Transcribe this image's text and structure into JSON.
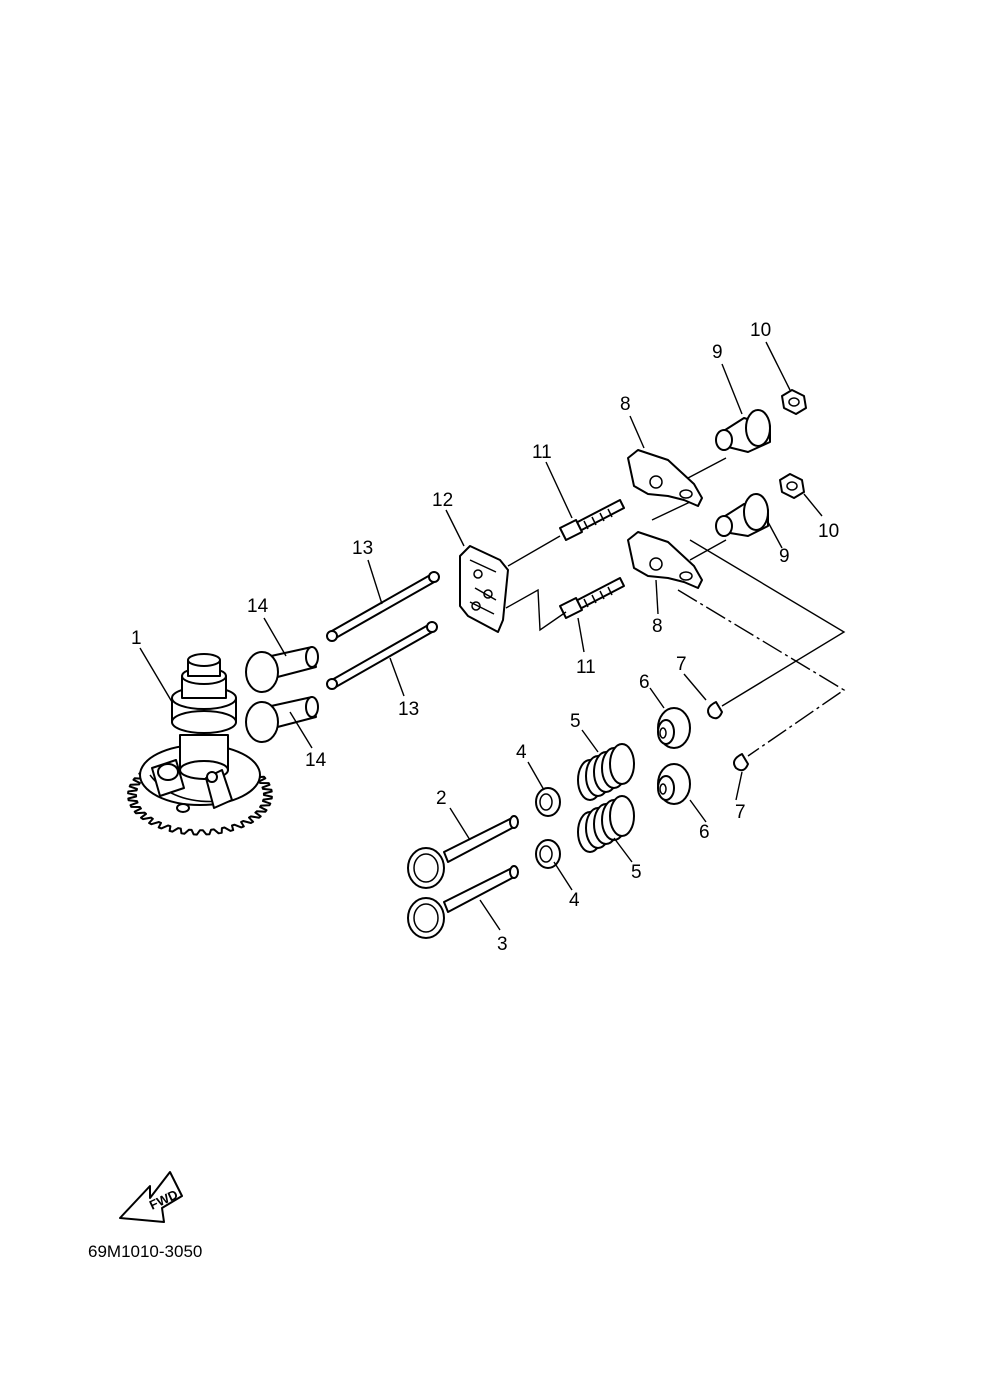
{
  "diagram": {
    "code": "69M1010-3050",
    "fwd_label": "FWD",
    "callouts": {
      "c1": "1",
      "c2": "2",
      "c3": "3",
      "c4a": "4",
      "c4b": "4",
      "c5a": "5",
      "c5b": "5",
      "c6a": "6",
      "c6b": "6",
      "c7a": "7",
      "c7b": "7",
      "c8a": "8",
      "c8b": "8",
      "c9a": "9",
      "c9b": "9",
      "c10a": "10",
      "c10b": "10",
      "c11a": "11",
      "c11b": "11",
      "c12": "12",
      "c13a": "13",
      "c13b": "13",
      "c14a": "14",
      "c14b": "14"
    }
  }
}
